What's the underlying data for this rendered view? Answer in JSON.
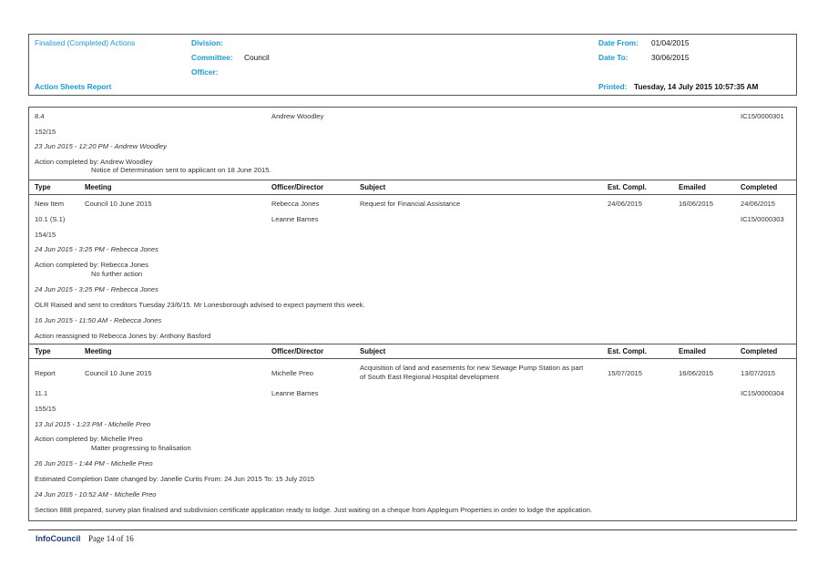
{
  "header": {
    "report_type": "Finalised (Completed) Actions",
    "division_label": "Division:",
    "division_value": "",
    "committee_label": "Committee:",
    "committee_value": "Council",
    "officer_label": "Officer:",
    "officer_value": "",
    "date_from_label": "Date From:",
    "date_from_value": "01/04/2015",
    "date_to_label": "Date To:",
    "date_to_value": "30/06/2015",
    "report_title": "Action Sheets Report",
    "printed_label": "Printed:",
    "printed_value": "Tuesday, 14 July 2015  10:57:35 AM"
  },
  "columns": {
    "type": "Type",
    "meeting": "Meeting",
    "officer": "Officer/Director",
    "subject": "Subject",
    "est": "Est. Compl.",
    "emailed": "Emailed",
    "completed": "Completed"
  },
  "block0": {
    "item": "8.4",
    "officer": "Andrew Woodley",
    "ref": "IC15/0000301",
    "number": "152/15",
    "note1_heading": "23 Jun 2015 - 12:20 PM - Andrew Woodley",
    "completed_by": "Action completed by: Andrew Woodley",
    "completed_detail": "Notice of Determination sent to applicant on 18 June 2015."
  },
  "block1": {
    "type": "New Item",
    "meeting": "Council 10 June 2015",
    "officer": "Rebecca Jones",
    "subject": "Request for Financial Assistance",
    "est": "24/06/2015",
    "emailed": "16/06/2015",
    "completed": "24/06/2015",
    "item": "10.1 (S.1)",
    "officer2": "Leanne Barnes",
    "ref": "IC15/0000303",
    "number": "154/15",
    "note1_heading": "24 Jun 2015 - 3:25 PM - Rebecca Jones",
    "completed_by": "Action completed by: Rebecca Jones",
    "completed_detail": "No further action",
    "note2_heading": "24 Jun 2015 - 3:25 PM - Rebecca Jones",
    "note2_text": "OLR Raised and sent to creditors Tuesday 23/6/15. Mr Lonesborough advised to expect payment this week.",
    "note3_heading": "16 Jun 2015 - 11:50 AM - Rebecca Jones",
    "note3_text": "Action reassigned to Rebecca Jones by: Anthony Basford"
  },
  "block2": {
    "type": "Report",
    "meeting": "Council 10 June 2015",
    "officer": "Michelle Preo",
    "subject_line1": "Acquisition of land and easements for new Sewage Pump Station as part",
    "subject_line2": "of South East Regional Hospital development",
    "est": "15/07/2015",
    "emailed": "16/06/2015",
    "completed": "13/07/2015",
    "item": "11.1",
    "officer2": "Leanne Barnes",
    "ref": "IC15/0000304",
    "number": "155/15",
    "note1_heading": "13 Jul 2015 - 1:23 PM - Michelle Preo",
    "completed_by": "Action completed by: Michelle Preo",
    "completed_detail": "Matter progressing to finalisation",
    "note2_heading": "26 Jun 2015 - 1:44 PM - Michelle Preo",
    "note2_text": "Estimated Completion Date changed by: Janelle Curtis From: 24 Jun 2015 To: 15 July 2015",
    "note3_heading": "24 Jun 2015 - 10:52 AM - Michelle Preo",
    "note3_text": "Section 88B prepared, survey plan finalised and subdivision certificate application ready to lodge.  Just waiting on a cheque from Applegum Properties in order to lodge the application."
  },
  "footer": {
    "brand": "InfoCouncil",
    "page": "Page 14 of 16"
  }
}
